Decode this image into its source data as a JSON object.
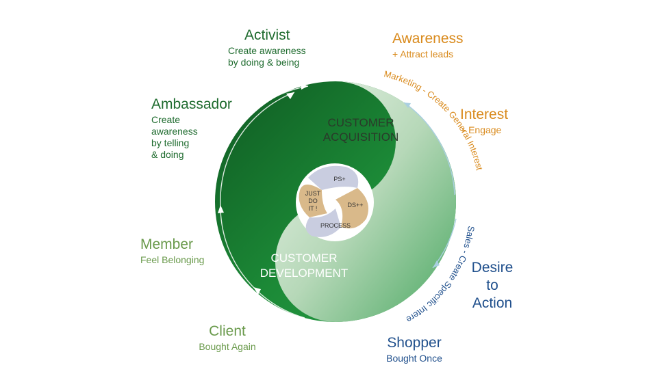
{
  "center": {
    "acquisition_line1": "CUSTOMER",
    "acquisition_line2": "ACQUISITION",
    "development_line1": "CUSTOMER",
    "development_line2": "DEVELOPMENT"
  },
  "core": {
    "top": "PS+",
    "right": "DS++",
    "bottom": "PROCESS",
    "left_line1": "JUST",
    "left_line2": "DO",
    "left_line3": "IT !"
  },
  "arc_texts": {
    "marketing": "Marketing - Create General Interest",
    "sales": "Sales - Create Specific Interest"
  },
  "stages": {
    "activist": {
      "title": "Activist",
      "line1": "Create awareness",
      "line2": "by doing & being"
    },
    "ambassador": {
      "title": "Ambassador",
      "line1": "Create",
      "line2": "awareness",
      "line3": "by telling",
      "line4": "& doing"
    },
    "member": {
      "title": "Member",
      "line1": "Feel Belonging"
    },
    "client": {
      "title": "Client",
      "line1": "Bought Again"
    },
    "awareness": {
      "title": "Awareness",
      "line1": "+ Attract leads"
    },
    "interest": {
      "title": "Interest",
      "line1": "+ Engage"
    },
    "desire": {
      "line1": "Desire",
      "line2": "to",
      "line3": "Action"
    },
    "shopper": {
      "title": "Shopper",
      "line1": "Bought Once"
    }
  },
  "colors": {
    "dark_green": "#1e6b2e",
    "mid_green": "#6a9a4c",
    "orange": "#d98a1c",
    "blue": "#1f4f8c",
    "core_tan": "#d9b98a",
    "core_lavender": "#c9cde0"
  }
}
